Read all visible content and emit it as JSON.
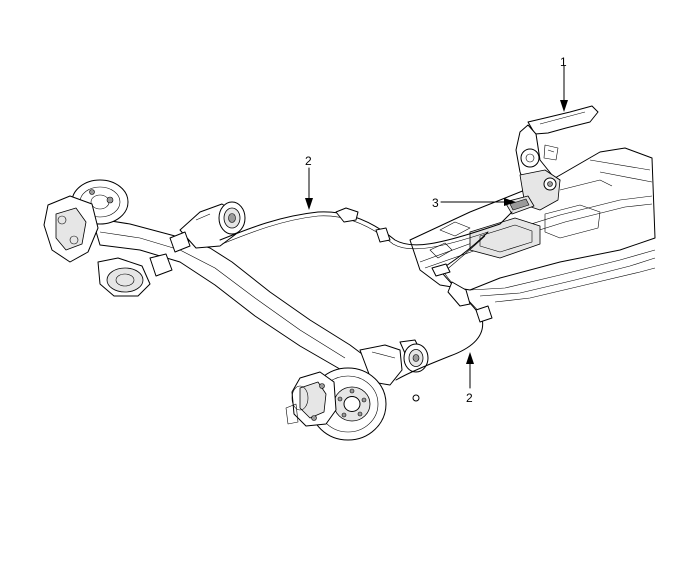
{
  "callouts": {
    "parking_brake_lever": "1",
    "cable_left": "2",
    "cable_right": "2",
    "equalizer": "3"
  }
}
